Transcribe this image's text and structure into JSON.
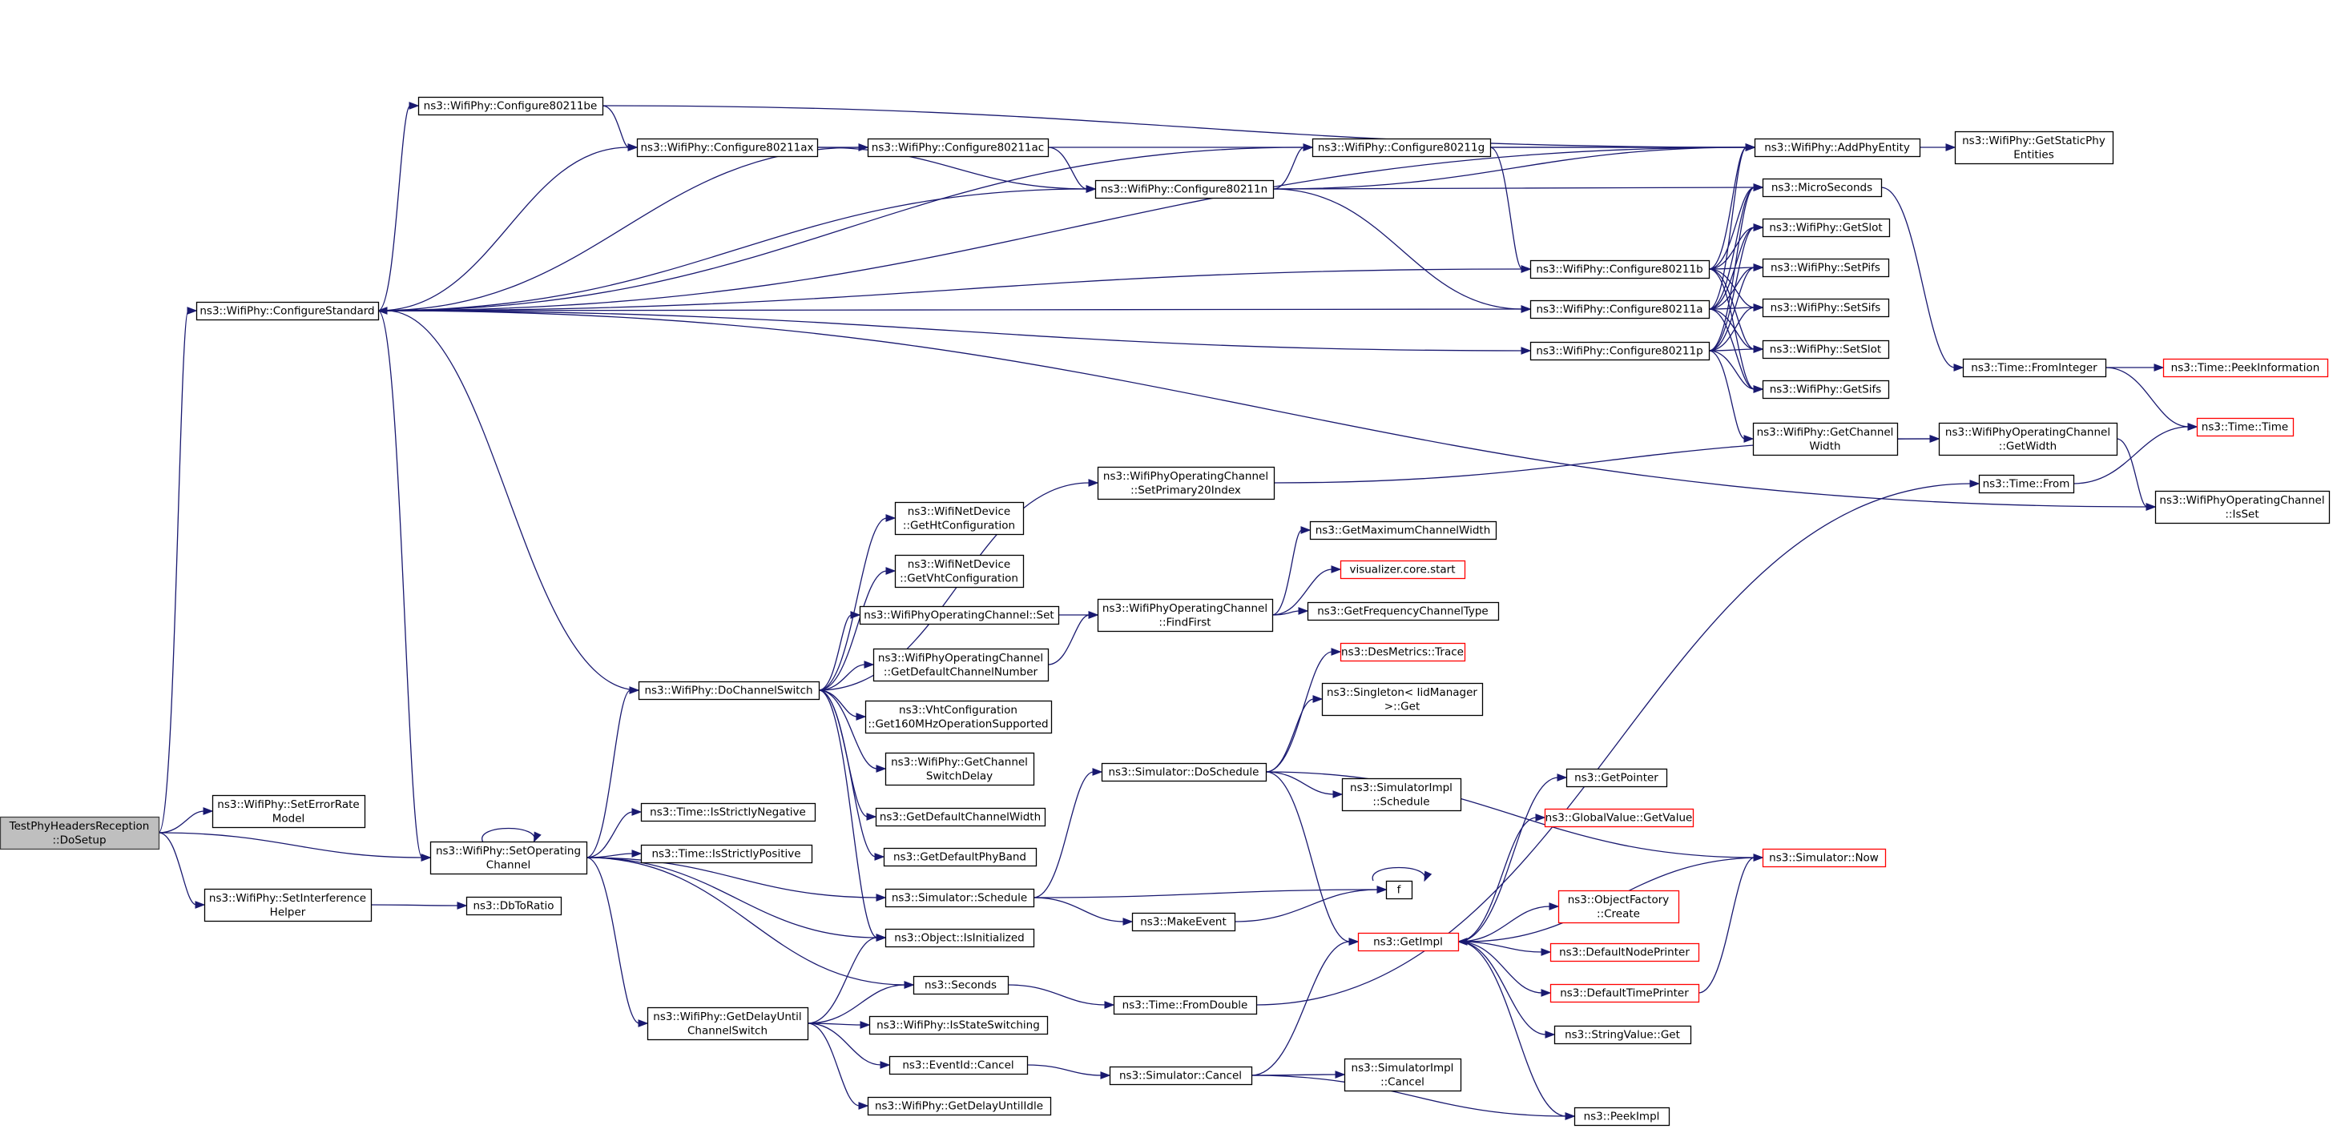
{
  "nodes": [
    {
      "id": "root",
      "lines": [
        "TestPhyHeadersReception",
        "::DoSetup"
      ],
      "style": "root"
    },
    {
      "id": "configureStandard",
      "lines": [
        "ns3::WifiPhy::ConfigureStandard"
      ]
    },
    {
      "id": "setErrorRateModel",
      "lines": [
        "ns3::WifiPhy::SetErrorRate",
        "Model"
      ]
    },
    {
      "id": "setOperatingChannel",
      "lines": [
        "ns3::WifiPhy::SetOperating",
        "Channel"
      ]
    },
    {
      "id": "setInterferenceHelper",
      "lines": [
        "ns3::WifiPhy::SetInterference",
        "Helper"
      ]
    },
    {
      "id": "dbToRatio",
      "lines": [
        "ns3::DbToRatio"
      ]
    },
    {
      "id": "cfg80211be",
      "lines": [
        "ns3::WifiPhy::Configure80211be"
      ]
    },
    {
      "id": "cfg80211ax",
      "lines": [
        "ns3::WifiPhy::Configure80211ax"
      ]
    },
    {
      "id": "cfg80211ac",
      "lines": [
        "ns3::WifiPhy::Configure80211ac"
      ]
    },
    {
      "id": "cfg80211n",
      "lines": [
        "ns3::WifiPhy::Configure80211n"
      ]
    },
    {
      "id": "cfg80211g",
      "lines": [
        "ns3::WifiPhy::Configure80211g"
      ]
    },
    {
      "id": "cfg80211b",
      "lines": [
        "ns3::WifiPhy::Configure80211b"
      ]
    },
    {
      "id": "cfg80211a",
      "lines": [
        "ns3::WifiPhy::Configure80211a"
      ]
    },
    {
      "id": "cfg80211p",
      "lines": [
        "ns3::WifiPhy::Configure80211p"
      ]
    },
    {
      "id": "addPhyEntity",
      "lines": [
        "ns3::WifiPhy::AddPhyEntity"
      ]
    },
    {
      "id": "getStaticPhyEntities",
      "lines": [
        "ns3::WifiPhy::GetStaticPhy",
        "Entities"
      ]
    },
    {
      "id": "microSeconds",
      "lines": [
        "ns3::MicroSeconds"
      ]
    },
    {
      "id": "getSlot",
      "lines": [
        "ns3::WifiPhy::GetSlot"
      ]
    },
    {
      "id": "setPifs",
      "lines": [
        "ns3::WifiPhy::SetPifs"
      ]
    },
    {
      "id": "setSifs",
      "lines": [
        "ns3::WifiPhy::SetSifs"
      ]
    },
    {
      "id": "setSlot",
      "lines": [
        "ns3::WifiPhy::SetSlot"
      ]
    },
    {
      "id": "getSifs",
      "lines": [
        "ns3::WifiPhy::GetSifs"
      ]
    },
    {
      "id": "getChannelWidthPhy",
      "lines": [
        "ns3::WifiPhy::GetChannel",
        "Width"
      ]
    },
    {
      "id": "timeFromInteger",
      "lines": [
        "ns3::Time::FromInteger"
      ]
    },
    {
      "id": "peekInformation",
      "lines": [
        "ns3::Time::PeekInformation"
      ],
      "style": "missing"
    },
    {
      "id": "timeTime",
      "lines": [
        "ns3::Time::Time"
      ],
      "style": "missing"
    },
    {
      "id": "opChGetWidth",
      "lines": [
        "ns3::WifiPhyOperatingChannel",
        "::GetWidth"
      ]
    },
    {
      "id": "timeFrom",
      "lines": [
        "ns3::Time::From"
      ]
    },
    {
      "id": "opChIsSet",
      "lines": [
        "ns3::WifiPhyOperatingChannel",
        "::IsSet"
      ]
    },
    {
      "id": "setPrimary20",
      "lines": [
        "ns3::WifiPhyOperatingChannel",
        "::SetPrimary20Index"
      ]
    },
    {
      "id": "getHtCfg",
      "lines": [
        "ns3::WifiNetDevice",
        "::GetHtConfiguration"
      ]
    },
    {
      "id": "getVhtCfg",
      "lines": [
        "ns3::WifiNetDevice",
        "::GetVhtConfiguration"
      ]
    },
    {
      "id": "opChSet",
      "lines": [
        "ns3::WifiPhyOperatingChannel::Set"
      ]
    },
    {
      "id": "opChGetDefaultChNum",
      "lines": [
        "ns3::WifiPhyOperatingChannel",
        "::GetDefaultChannelNumber"
      ]
    },
    {
      "id": "findFirst",
      "lines": [
        "ns3::WifiPhyOperatingChannel",
        "::FindFirst"
      ]
    },
    {
      "id": "getMaxChWidth",
      "lines": [
        "ns3::GetMaximumChannelWidth"
      ]
    },
    {
      "id": "vizCoreStart",
      "lines": [
        "visualizer.core.start"
      ],
      "style": "missing"
    },
    {
      "id": "getFreqChType",
      "lines": [
        "ns3::GetFrequencyChannelType"
      ]
    },
    {
      "id": "doChannelSwitch",
      "lines": [
        "ns3::WifiPhy::DoChannelSwitch"
      ]
    },
    {
      "id": "vhtGet160",
      "lines": [
        "ns3::VhtConfiguration",
        "::Get160MHzOperationSupported"
      ]
    },
    {
      "id": "getChSwitchDelay",
      "lines": [
        "ns3::WifiPhy::GetChannel",
        "SwitchDelay"
      ]
    },
    {
      "id": "getDefaultChWidth",
      "lines": [
        "ns3::GetDefaultChannelWidth"
      ]
    },
    {
      "id": "getDefaultPhyBand",
      "lines": [
        "ns3::GetDefaultPhyBand"
      ]
    },
    {
      "id": "desMetricsTrace",
      "lines": [
        "ns3::DesMetrics::Trace"
      ],
      "style": "missing"
    },
    {
      "id": "singletonGet",
      "lines": [
        "ns3::Singleton< IidManager",
        ">::Get"
      ]
    },
    {
      "id": "doSchedule",
      "lines": [
        "ns3::Simulator::DoSchedule"
      ]
    },
    {
      "id": "simImplSchedule",
      "lines": [
        "ns3::SimulatorImpl",
        "::Schedule"
      ]
    },
    {
      "id": "isStrictlyNegative",
      "lines": [
        "ns3::Time::IsStrictlyNegative"
      ]
    },
    {
      "id": "isStrictlyPositive",
      "lines": [
        "ns3::Time::IsStrictlyPositive"
      ]
    },
    {
      "id": "simSchedule",
      "lines": [
        "ns3::Simulator::Schedule"
      ]
    },
    {
      "id": "f",
      "lines": [
        "f"
      ]
    },
    {
      "id": "getPointer",
      "lines": [
        "ns3::GetPointer"
      ]
    },
    {
      "id": "gvGetValue",
      "lines": [
        "ns3::GlobalValue::GetValue"
      ],
      "style": "missing"
    },
    {
      "id": "simNow",
      "lines": [
        "ns3::Simulator::Now"
      ],
      "style": "missing"
    },
    {
      "id": "makeEvent",
      "lines": [
        "ns3::MakeEvent"
      ]
    },
    {
      "id": "objIsInit",
      "lines": [
        "ns3::Object::IsInitialized"
      ]
    },
    {
      "id": "objFactCreate",
      "lines": [
        "ns3::ObjectFactory",
        "::Create"
      ],
      "style": "missing"
    },
    {
      "id": "getImpl",
      "lines": [
        "ns3::GetImpl"
      ],
      "style": "missing"
    },
    {
      "id": "defNodePrinter",
      "lines": [
        "ns3::DefaultNodePrinter"
      ],
      "style": "missing"
    },
    {
      "id": "seconds",
      "lines": [
        "ns3::Seconds"
      ]
    },
    {
      "id": "defTimePrinter",
      "lines": [
        "ns3::DefaultTimePrinter"
      ],
      "style": "missing"
    },
    {
      "id": "timeFromDouble",
      "lines": [
        "ns3::Time::FromDouble"
      ]
    },
    {
      "id": "getDelayUntilChSwitch",
      "lines": [
        "ns3::WifiPhy::GetDelayUntil",
        "ChannelSwitch"
      ]
    },
    {
      "id": "isStateSwitching",
      "lines": [
        "ns3::WifiPhy::IsStateSwitching"
      ]
    },
    {
      "id": "stringValueGet",
      "lines": [
        "ns3::StringValue::Get"
      ]
    },
    {
      "id": "eventIdCancel",
      "lines": [
        "ns3::EventId::Cancel"
      ]
    },
    {
      "id": "simCancel",
      "lines": [
        "ns3::Simulator::Cancel"
      ]
    },
    {
      "id": "simImplCancel",
      "lines": [
        "ns3::SimulatorImpl",
        "::Cancel"
      ]
    },
    {
      "id": "getDelayUntilIdle",
      "lines": [
        "ns3::WifiPhy::GetDelayUntilIdle"
      ]
    },
    {
      "id": "peekImpl",
      "lines": [
        "ns3::PeekImpl"
      ]
    }
  ],
  "edges": [
    [
      "root",
      "configureStandard"
    ],
    [
      "root",
      "setErrorRateModel"
    ],
    [
      "root",
      "setOperatingChannel"
    ],
    [
      "root",
      "setInterferenceHelper"
    ],
    [
      "setInterferenceHelper",
      "dbToRatio"
    ],
    [
      "configureStandard",
      "cfg80211be"
    ],
    [
      "configureStandard",
      "cfg80211ax"
    ],
    [
      "configureStandard",
      "cfg80211ac"
    ],
    [
      "configureStandard",
      "cfg80211n"
    ],
    [
      "configureStandard",
      "cfg80211g"
    ],
    [
      "configureStandard",
      "cfg80211b"
    ],
    [
      "configureStandard",
      "cfg80211a"
    ],
    [
      "configureStandard",
      "cfg80211p"
    ],
    [
      "configureStandard",
      "addPhyEntity"
    ],
    [
      "configureStandard",
      "opChIsSet"
    ],
    [
      "configureStandard",
      "setOperatingChannel"
    ],
    [
      "cfg80211be",
      "cfg80211ax"
    ],
    [
      "cfg80211be",
      "addPhyEntity"
    ],
    [
      "cfg80211ax",
      "cfg80211ac"
    ],
    [
      "cfg80211ax",
      "cfg80211n"
    ],
    [
      "cfg80211ac",
      "cfg80211n"
    ],
    [
      "cfg80211ac",
      "addPhyEntity"
    ],
    [
      "cfg80211n",
      "cfg80211g"
    ],
    [
      "cfg80211n",
      "cfg80211a"
    ],
    [
      "cfg80211n",
      "addPhyEntity"
    ],
    [
      "cfg80211n",
      "microSeconds"
    ],
    [
      "cfg80211g",
      "cfg80211b"
    ],
    [
      "cfg80211g",
      "addPhyEntity"
    ],
    [
      "cfg80211b",
      "addPhyEntity"
    ],
    [
      "cfg80211b",
      "microSeconds"
    ],
    [
      "cfg80211b",
      "getSlot"
    ],
    [
      "cfg80211b",
      "setPifs"
    ],
    [
      "cfg80211b",
      "setSifs"
    ],
    [
      "cfg80211b",
      "setSlot"
    ],
    [
      "cfg80211b",
      "getSifs"
    ],
    [
      "cfg80211a",
      "addPhyEntity"
    ],
    [
      "cfg80211a",
      "microSeconds"
    ],
    [
      "cfg80211a",
      "getSlot"
    ],
    [
      "cfg80211a",
      "setPifs"
    ],
    [
      "cfg80211a",
      "setSifs"
    ],
    [
      "cfg80211a",
      "setSlot"
    ],
    [
      "cfg80211a",
      "getSifs"
    ],
    [
      "cfg80211p",
      "microSeconds"
    ],
    [
      "cfg80211p",
      "getSlot"
    ],
    [
      "cfg80211p",
      "setPifs"
    ],
    [
      "cfg80211p",
      "setSifs"
    ],
    [
      "cfg80211p",
      "setSlot"
    ],
    [
      "cfg80211p",
      "getSifs"
    ],
    [
      "cfg80211p",
      "getChannelWidthPhy"
    ],
    [
      "addPhyEntity",
      "getStaticPhyEntities"
    ],
    [
      "microSeconds",
      "timeFromInteger"
    ],
    [
      "timeFromInteger",
      "peekInformation"
    ],
    [
      "timeFromInteger",
      "timeTime"
    ],
    [
      "timeFrom",
      "timeTime"
    ],
    [
      "getChannelWidthPhy",
      "opChGetWidth"
    ],
    [
      "opChGetWidth",
      "opChIsSet"
    ],
    [
      "setPrimary20",
      "opChGetWidth"
    ],
    [
      "setOperatingChannel",
      "setOperatingChannel"
    ],
    [
      "setOperatingChannel",
      "doChannelSwitch"
    ],
    [
      "setOperatingChannel",
      "isStrictlyNegative"
    ],
    [
      "setOperatingChannel",
      "isStrictlyPositive"
    ],
    [
      "setOperatingChannel",
      "simSchedule"
    ],
    [
      "setOperatingChannel",
      "objIsInit"
    ],
    [
      "setOperatingChannel",
      "seconds"
    ],
    [
      "setOperatingChannel",
      "getDelayUntilChSwitch"
    ],
    [
      "doChannelSwitch",
      "configureStandard"
    ],
    [
      "doChannelSwitch",
      "setPrimary20"
    ],
    [
      "doChannelSwitch",
      "getHtCfg"
    ],
    [
      "doChannelSwitch",
      "getVhtCfg"
    ],
    [
      "doChannelSwitch",
      "opChSet"
    ],
    [
      "doChannelSwitch",
      "opChGetDefaultChNum"
    ],
    [
      "doChannelSwitch",
      "vhtGet160"
    ],
    [
      "doChannelSwitch",
      "getChSwitchDelay"
    ],
    [
      "doChannelSwitch",
      "getDefaultChWidth"
    ],
    [
      "doChannelSwitch",
      "getDefaultPhyBand"
    ],
    [
      "doChannelSwitch",
      "objIsInit"
    ],
    [
      "opChSet",
      "findFirst"
    ],
    [
      "opChGetDefaultChNum",
      "findFirst"
    ],
    [
      "findFirst",
      "getMaxChWidth"
    ],
    [
      "findFirst",
      "vizCoreStart"
    ],
    [
      "findFirst",
      "getFreqChType"
    ],
    [
      "simSchedule",
      "doSchedule"
    ],
    [
      "simSchedule",
      "f"
    ],
    [
      "simSchedule",
      "makeEvent"
    ],
    [
      "doSchedule",
      "desMetricsTrace"
    ],
    [
      "doSchedule",
      "singletonGet"
    ],
    [
      "doSchedule",
      "simImplSchedule"
    ],
    [
      "doSchedule",
      "simNow"
    ],
    [
      "doSchedule",
      "getImpl"
    ],
    [
      "makeEvent",
      "f"
    ],
    [
      "f",
      "f"
    ],
    [
      "simNow",
      "getImpl"
    ],
    [
      "getImpl",
      "getPointer"
    ],
    [
      "getImpl",
      "gvGetValue"
    ],
    [
      "getImpl",
      "objFactCreate"
    ],
    [
      "getImpl",
      "defNodePrinter"
    ],
    [
      "getImpl",
      "defTimePrinter"
    ],
    [
      "getImpl",
      "stringValueGet"
    ],
    [
      "getImpl",
      "peekImpl"
    ],
    [
      "defTimePrinter",
      "simNow"
    ],
    [
      "seconds",
      "timeFromDouble"
    ],
    [
      "timeFromDouble",
      "timeFrom"
    ],
    [
      "getDelayUntilChSwitch",
      "objIsInit"
    ],
    [
      "getDelayUntilChSwitch",
      "seconds"
    ],
    [
      "getDelayUntilChSwitch",
      "isStateSwitching"
    ],
    [
      "getDelayUntilChSwitch",
      "eventIdCancel"
    ],
    [
      "getDelayUntilChSwitch",
      "getDelayUntilIdle"
    ],
    [
      "eventIdCancel",
      "simCancel"
    ],
    [
      "simCancel",
      "getImpl"
    ],
    [
      "simCancel",
      "simImplCancel"
    ],
    [
      "simCancel",
      "peekImpl"
    ]
  ]
}
